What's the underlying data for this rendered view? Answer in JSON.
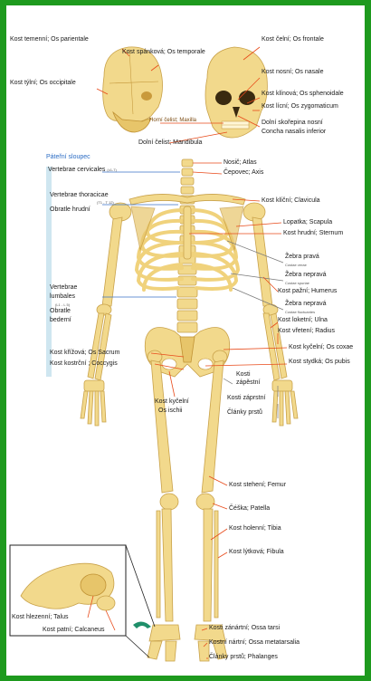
{
  "colors": {
    "frame": "#1e9a1e",
    "bone": "#f2d98c",
    "bone_shade": "#e0bf62",
    "leader_red": "#e84a1a",
    "leader_gray": "#7a7a7a",
    "spine_accent": "#2b6cc4"
  },
  "skull": {
    "parietale": "Kost temenní; Os parientale",
    "temporale": "Kost spánková; Os temporale",
    "frontale": "Kost čelní; Os frontale",
    "occipitale": "Kost týlní; Os occipitale",
    "nasale": "Kost nosní; Os nasale",
    "sphenoidale": "Kost klínová; Os sphenoidale",
    "zygomaticum": "Kost lícní; Os zygomaticum",
    "maxilla": "Horní čelist; Maxilla",
    "concha_1": "Dolní skořepina nosní",
    "concha_2": "Concha nasalis inferior",
    "mandibula": "Dolní čelist; Mandibula"
  },
  "spine": {
    "title": "Páteřní sloupec",
    "cervicales": "Vertebrae cervicales",
    "cervicales_range": "(c1-7)",
    "thoracicae": "Vertebrae thoracicae",
    "thoracicae_range": "(T1 - T 12)",
    "thoracicae_cz": "Obratle hrudní",
    "lumbales_1": "Vertebrae",
    "lumbales_2": "lumbales",
    "lumbales_range": "(L1 - L 5)",
    "lumbales_cz_1": "Obratle",
    "lumbales_cz_2": "bederní"
  },
  "torso_right": {
    "atlas": "Nosič; Atlas",
    "axis": "Čepovec; Axis",
    "clavicula": "Kost klíční; Clavicula",
    "scapula": "Lopatka; Scapula",
    "sternum": "Kost hrudní; Sternum",
    "costae_verae_1": "Žebra pravá",
    "costae_verae_2": "Costae verae",
    "costae_spuriae_1": "Žebra nepravá",
    "costae_spuriae_2": "Costae spuriae",
    "humerus": "Kost pažní; Humerus",
    "costae_fluct_1": "Žebra nepravá",
    "costae_fluct_2": "Costae fluctuantes",
    "ulna": "Kost loketní; Ulna",
    "radius": "Kost vřetení; Radius",
    "coxae": "Kost kyčelní; Os coxae",
    "pubis": "Kost stydká; Os pubis",
    "carpi_1": "Kosti",
    "carpi_2": "zápěstní",
    "metacarpi": "Kosti záprstní",
    "phalanges_hand_1": "Články prstů",
    "phalanges_hand_2": ""
  },
  "torso_left": {
    "sacrum": "Kost křížová; Os Sacrum",
    "coccygis": "Kost kostrční ; Coccygis",
    "ischii_1": "Kost kyčelní",
    "ischii_2": "Os ischii"
  },
  "leg": {
    "femur": "Kost stehení; Femur",
    "patella": "Čéška; Patella",
    "tibia": "Kost holenní; Tibia",
    "fibula": "Kost lýtková; Fibula",
    "tarsi": "Kosti zánártní; Ossa tarsi",
    "metatarsalia": "Kostní nártní; Ossa metatarsalia",
    "phalanges": "Články prstů; Phalanges"
  },
  "foot_inset": {
    "talus": "Kost hlezenní; Talus",
    "calcaneus": "Kost patní; Calcaneus"
  }
}
